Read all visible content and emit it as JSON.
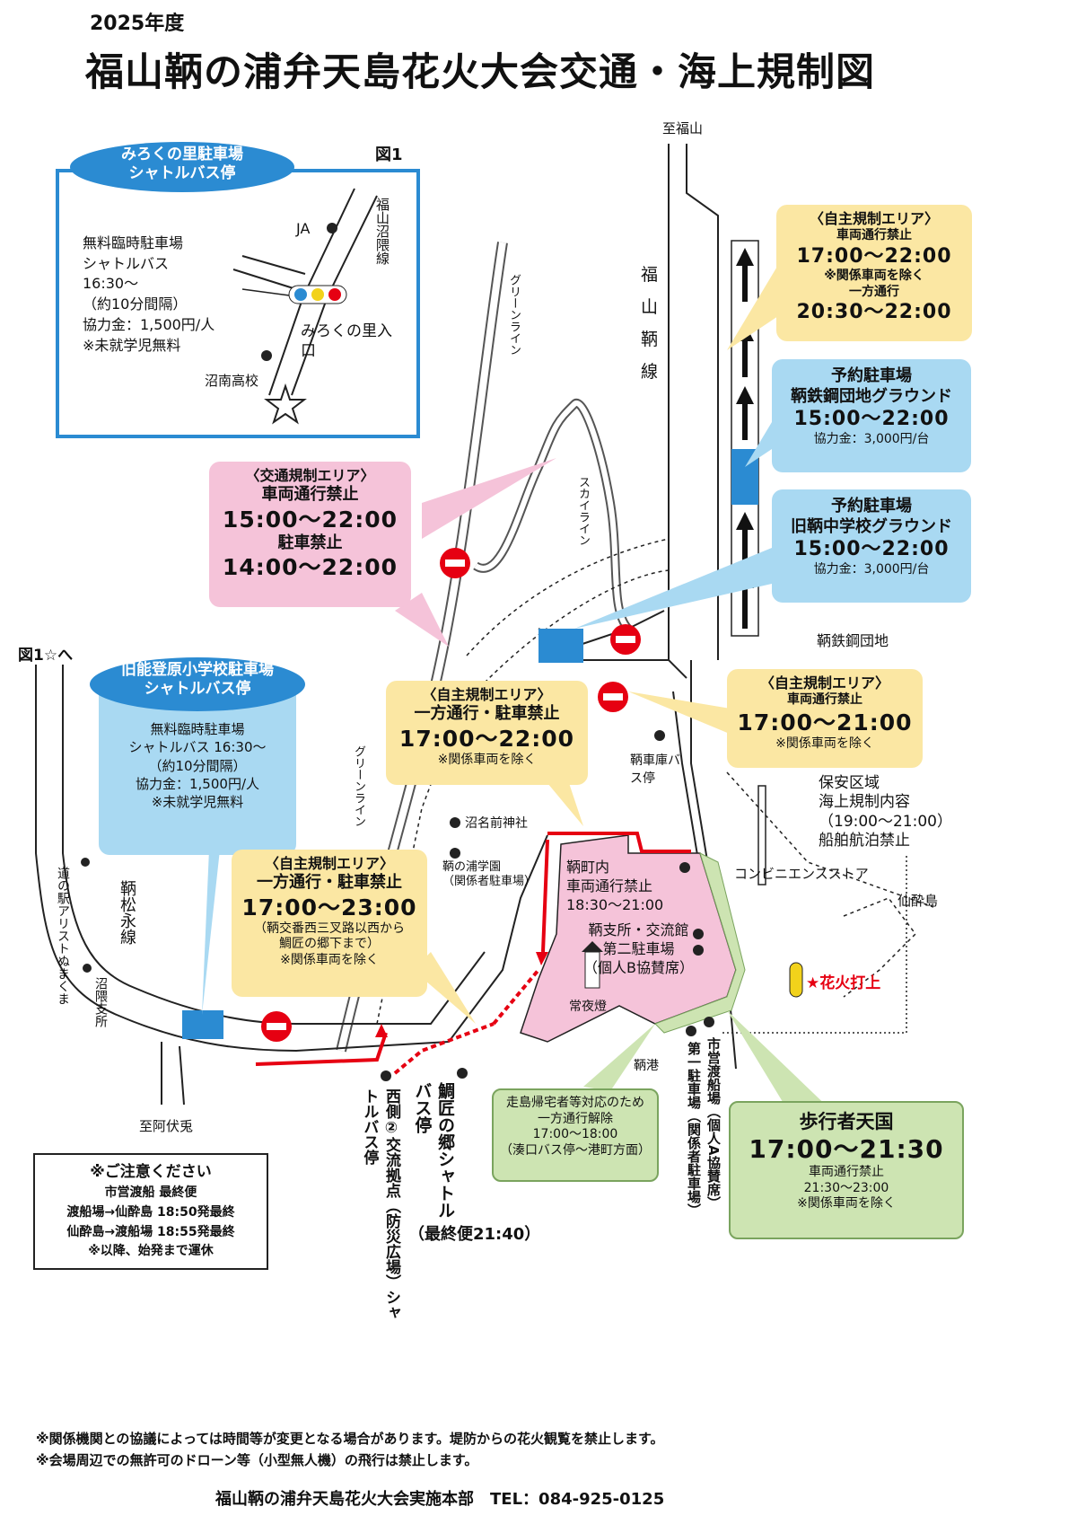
{
  "header": {
    "year": "2025年度",
    "title": "福山鞆の浦弁天島花火大会交通・海上規制図"
  },
  "inset": {
    "oval_line1": "みろくの里駐車場",
    "oval_line2": "シャトルバス停",
    "fig_label": "図1",
    "info": [
      "無料臨時駐車場",
      "シャトルバス",
      "16:30～",
      "（約10分間隔）",
      "協力金：1,500円/人",
      "※未就学児無料"
    ],
    "ja": "JA",
    "road": "福山沼隈線",
    "entrance": "みろくの里入口",
    "school": "沼南高校"
  },
  "map": {
    "to_fukuyama": "至福山",
    "to_abuto": "至阿伏兎",
    "fig1_ref": "図1☆へ",
    "tomo_line": "福山鞆線",
    "green_line_upper": "グリーンライン",
    "green_line_lower": "グリーンライン",
    "skyline": "スカイライン",
    "tomo_matsunaga_line": "鞆松永線",
    "tomotetsu_danchi": "鞆鉄鋼団地",
    "bus_stop_tomosha": "鞆車庫バス停",
    "hoan": [
      "保安区域",
      "海上規制内容",
      "（19:00～21:00）",
      "船舶航泊禁止"
    ],
    "konbini": "コンビニエンスストア",
    "sensuijima": "仙酔島",
    "fireworks": "★花火打上",
    "numazu_shrine": "沼名前神社",
    "tomonoura_gakuen": [
      "鞆の浦学園",
      "（関係者駐車場）"
    ],
    "michinoeki": "道の駅アリストぬまくま",
    "numakuma_shisho": "沼隈支所",
    "jouyatou": "常夜燈",
    "tomo_port": "鞆港",
    "town": [
      "鞆町内",
      "車両通行禁止",
      "18:30～21:00"
    ],
    "shisho_parking": [
      "鞆支所・交流館",
      "第二駐車場",
      "（個人B協賛席）"
    ],
    "west_stop": "西側②交流拠点（防災広場）シャトルバス停",
    "taishou_stop": "鯛匠の郷シャトルバス停",
    "last_bus": "（最終便21:40）",
    "daiichi_parking": "第一駐車場（関係者駐車場）",
    "ferry_parking": "市営渡船場（個人A協賛席）"
  },
  "boxes": {
    "pink": {
      "head": "〈交通規制エリア〉",
      "l1": "車両通行禁止",
      "t1": "15:00～22:00",
      "l2": "駐車禁止",
      "t2": "14:00～22:00"
    },
    "self_top": {
      "head": "〈自主規制エリア〉",
      "l1": "車両通行禁止",
      "t1": "17:00～22:00",
      "n1": "※関係車両を除く",
      "l2": "一方通行",
      "t2": "20:30～22:00"
    },
    "res1": {
      "l1": "予約駐車場",
      "l2": "鞆鉄鋼団地グラウンド",
      "t": "15:00～22:00",
      "fee": "協力金：3,000円/台"
    },
    "res2": {
      "l1": "予約駐車場",
      "l2": "旧鞆中学校グラウンド",
      "t": "15:00～22:00",
      "fee": "協力金：3,000円/台"
    },
    "self_mid": {
      "head": "〈自主規制エリア〉",
      "l1": "一方通行・駐車禁止",
      "t": "17:00～22:00",
      "n": "※関係車両を除く"
    },
    "self_right": {
      "head": "〈自主規制エリア〉",
      "l1": "車両通行禁止",
      "t": "17:00～21:00",
      "n": "※関係車両を除く"
    },
    "oldschool": {
      "oval1": "旧能登原小学校駐車場",
      "oval2": "シャトルバス停",
      "l1": "無料臨時駐車場",
      "l2": "シャトルバス 16:30～",
      "l3": "（約10分間隔）",
      "l4": "協力金：1,500円/人",
      "l5": "※未就学児無料"
    },
    "self_low": {
      "head": "〈自主規制エリア〉",
      "l1": "一方通行・駐車禁止",
      "t": "17:00～23:00",
      "n1": "（鞆交番西三叉路以西から",
      "n2": "鯛匠の郷下まで）",
      "n3": "※関係車両を除く"
    },
    "green_small": {
      "l1": "走島帰宅者等対応のため",
      "l2": "一方通行解除",
      "l3": "17:00～18:00",
      "l4": "（湊口バス停～港町方面）"
    },
    "pedestrian": {
      "head": "歩行者天国",
      "t": "17:00～21:30",
      "l1": "車両通行禁止",
      "l2": "21:30～23:00",
      "n": "※関係車両を除く"
    }
  },
  "notice": {
    "head": "※ご注意ください",
    "l1": "市営渡船 最終便",
    "l2": "渡船場→仙酔島 18:50発最終",
    "l3": "仙酔島→渡船場 18:55発最終",
    "l4": "※以降、始発まで運休"
  },
  "footer": {
    "n1": "※関係機関との協議によっては時間等が変更となる場合があります。堤防からの花火観覧を禁止します。",
    "n2": "※会場周辺での無許可のドローン等（小型無人機）の飛行は禁止します。",
    "org": "福山鞆の浦弁天島花火大会実施本部　TEL：084-925-0125"
  },
  "colors": {
    "pink": "#f5c3d9",
    "yellow": "#fbe7a3",
    "blue": "#a9d9f2",
    "green": "#cde4b2",
    "accent_blue": "#2b8bd2",
    "red": "#e60012"
  }
}
